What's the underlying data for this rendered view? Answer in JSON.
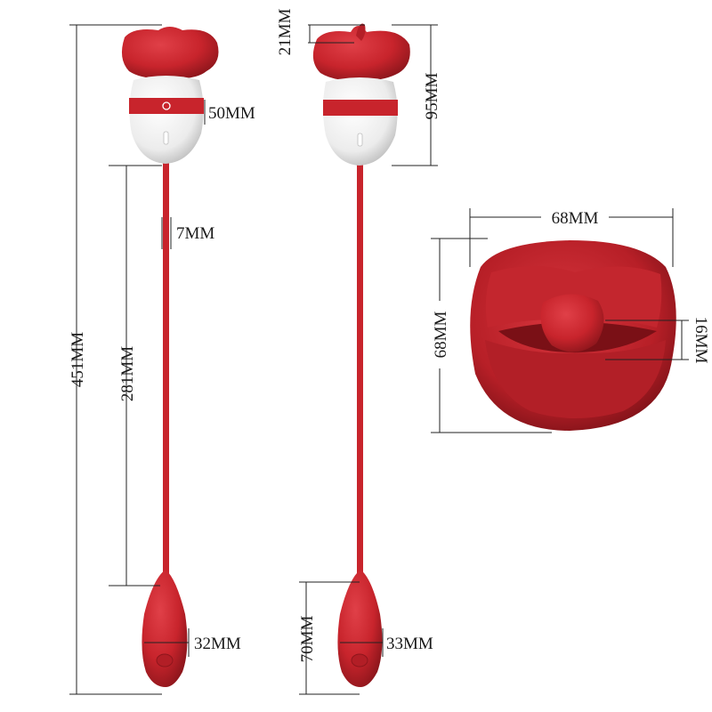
{
  "colors": {
    "body_red": "#c8242c",
    "body_red_dark": "#9e1a20",
    "white_shell": "#f2f2f2",
    "dimension_line": "#222222"
  },
  "dimensions": {
    "total_length": "451MM",
    "cable_length": "281MM",
    "cable_thickness": "7MM",
    "head_width": "50MM",
    "tip_height": "21MM",
    "head_height": "95MM",
    "bullet_width_left": "32MM",
    "bullet_length": "70MM",
    "bullet_width_right": "33MM",
    "mouth_width": "68MM",
    "mouth_height": "68MM",
    "tongue_size": "16MM"
  }
}
